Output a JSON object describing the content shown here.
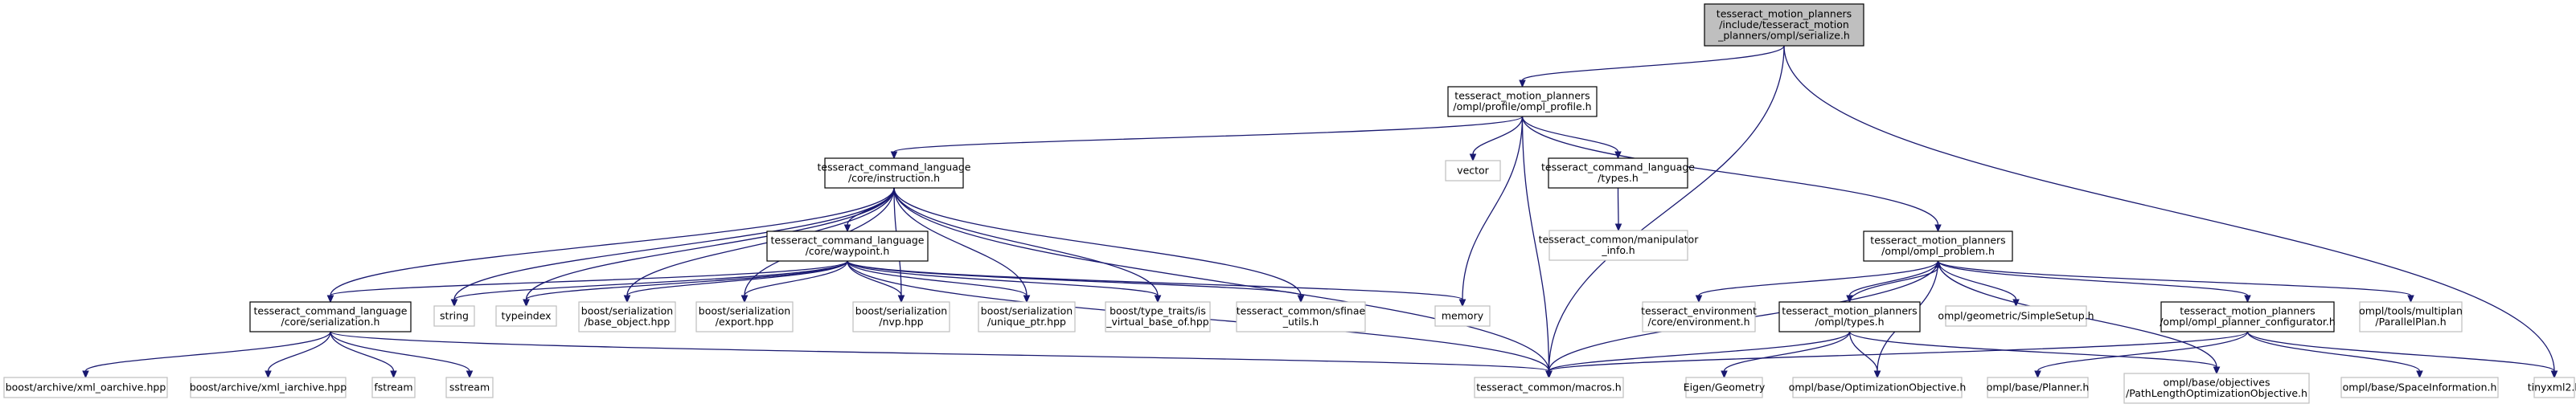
{
  "colors": {
    "edge": "#191970",
    "root_fill": "#bfbfbf",
    "documented_fill": "#ffffff",
    "documented_border": "#000000",
    "external_border": "#bfbfbf"
  },
  "nodes": [
    {
      "id": "root",
      "kind": "root",
      "lines": [
        "tesseract_motion_planners",
        "/include/tesseract_motion",
        "_planners/ompl/serialize.h"
      ]
    },
    {
      "id": "ompl_profile",
      "kind": "doc",
      "lines": [
        "tesseract_motion_planners",
        "/ompl/profile/ompl_profile.h"
      ]
    },
    {
      "id": "vector",
      "kind": "ext",
      "lines": [
        "vector"
      ]
    },
    {
      "id": "tcl_types",
      "kind": "doc",
      "lines": [
        "tesseract_command_language",
        "/types.h"
      ]
    },
    {
      "id": "manip_info",
      "kind": "ext",
      "lines": [
        "tesseract_common/manipulator",
        "_info.h"
      ]
    },
    {
      "id": "instruction",
      "kind": "doc",
      "lines": [
        "tesseract_command_language",
        "/core/instruction.h"
      ]
    },
    {
      "id": "waypoint",
      "kind": "doc",
      "lines": [
        "tesseract_command_language",
        "/core/waypoint.h"
      ]
    },
    {
      "id": "ompl_problem",
      "kind": "doc",
      "lines": [
        "tesseract_motion_planners",
        "/ompl/ompl_problem.h"
      ]
    },
    {
      "id": "serialization",
      "kind": "doc",
      "lines": [
        "tesseract_command_language",
        "/core/serialization.h"
      ]
    },
    {
      "id": "string",
      "kind": "ext",
      "lines": [
        "string"
      ]
    },
    {
      "id": "typeindex",
      "kind": "ext",
      "lines": [
        "typeindex"
      ]
    },
    {
      "id": "base_object",
      "kind": "ext",
      "lines": [
        "boost/serialization",
        "/base_object.hpp"
      ]
    },
    {
      "id": "export",
      "kind": "ext",
      "lines": [
        "boost/serialization",
        "/export.hpp"
      ]
    },
    {
      "id": "nvp",
      "kind": "ext",
      "lines": [
        "boost/serialization",
        "/nvp.hpp"
      ]
    },
    {
      "id": "unique_ptr",
      "kind": "ext",
      "lines": [
        "boost/serialization",
        "/unique_ptr.hpp"
      ]
    },
    {
      "id": "is_virtual",
      "kind": "ext",
      "lines": [
        "boost/type_traits/is",
        "_virtual_base_of.hpp"
      ]
    },
    {
      "id": "sfinae",
      "kind": "ext",
      "lines": [
        "tesseract_common/sfinae",
        "_utils.h"
      ]
    },
    {
      "id": "memory",
      "kind": "ext",
      "lines": [
        "memory"
      ]
    },
    {
      "id": "environment",
      "kind": "ext",
      "lines": [
        "tesseract_environment",
        "/core/environment.h"
      ]
    },
    {
      "id": "ompl_types",
      "kind": "doc",
      "lines": [
        "tesseract_motion_planners",
        "/ompl/types.h"
      ]
    },
    {
      "id": "simple_setup",
      "kind": "ext",
      "lines": [
        "ompl/geometric/SimpleSetup.h"
      ]
    },
    {
      "id": "planner_cfg",
      "kind": "doc",
      "lines": [
        "tesseract_motion_planners",
        "/ompl/ompl_planner_configurator.h"
      ]
    },
    {
      "id": "parallel_plan",
      "kind": "ext",
      "lines": [
        "ompl/tools/multiplan",
        "/ParallelPlan.h"
      ]
    },
    {
      "id": "xml_oarchive",
      "kind": "ext",
      "lines": [
        "boost/archive/xml_oarchive.hpp"
      ]
    },
    {
      "id": "xml_iarchive",
      "kind": "ext",
      "lines": [
        "boost/archive/xml_iarchive.hpp"
      ]
    },
    {
      "id": "fstream",
      "kind": "ext",
      "lines": [
        "fstream"
      ]
    },
    {
      "id": "sstream",
      "kind": "ext",
      "lines": [
        "sstream"
      ]
    },
    {
      "id": "macros",
      "kind": "ext",
      "lines": [
        "tesseract_common/macros.h"
      ]
    },
    {
      "id": "eigen_geometry",
      "kind": "ext",
      "lines": [
        "Eigen/Geometry"
      ]
    },
    {
      "id": "opt_objective",
      "kind": "ext",
      "lines": [
        "ompl/base/OptimizationObjective.h"
      ]
    },
    {
      "id": "planner",
      "kind": "ext",
      "lines": [
        "ompl/base/Planner.h"
      ]
    },
    {
      "id": "path_length",
      "kind": "ext",
      "lines": [
        "ompl/base/objectives",
        "/PathLengthOptimizationObjective.h"
      ]
    },
    {
      "id": "space_info",
      "kind": "ext",
      "lines": [
        "ompl/base/SpaceInformation.h"
      ]
    },
    {
      "id": "tinyxml2",
      "kind": "ext",
      "lines": [
        "tinyxml2.h"
      ]
    }
  ]
}
